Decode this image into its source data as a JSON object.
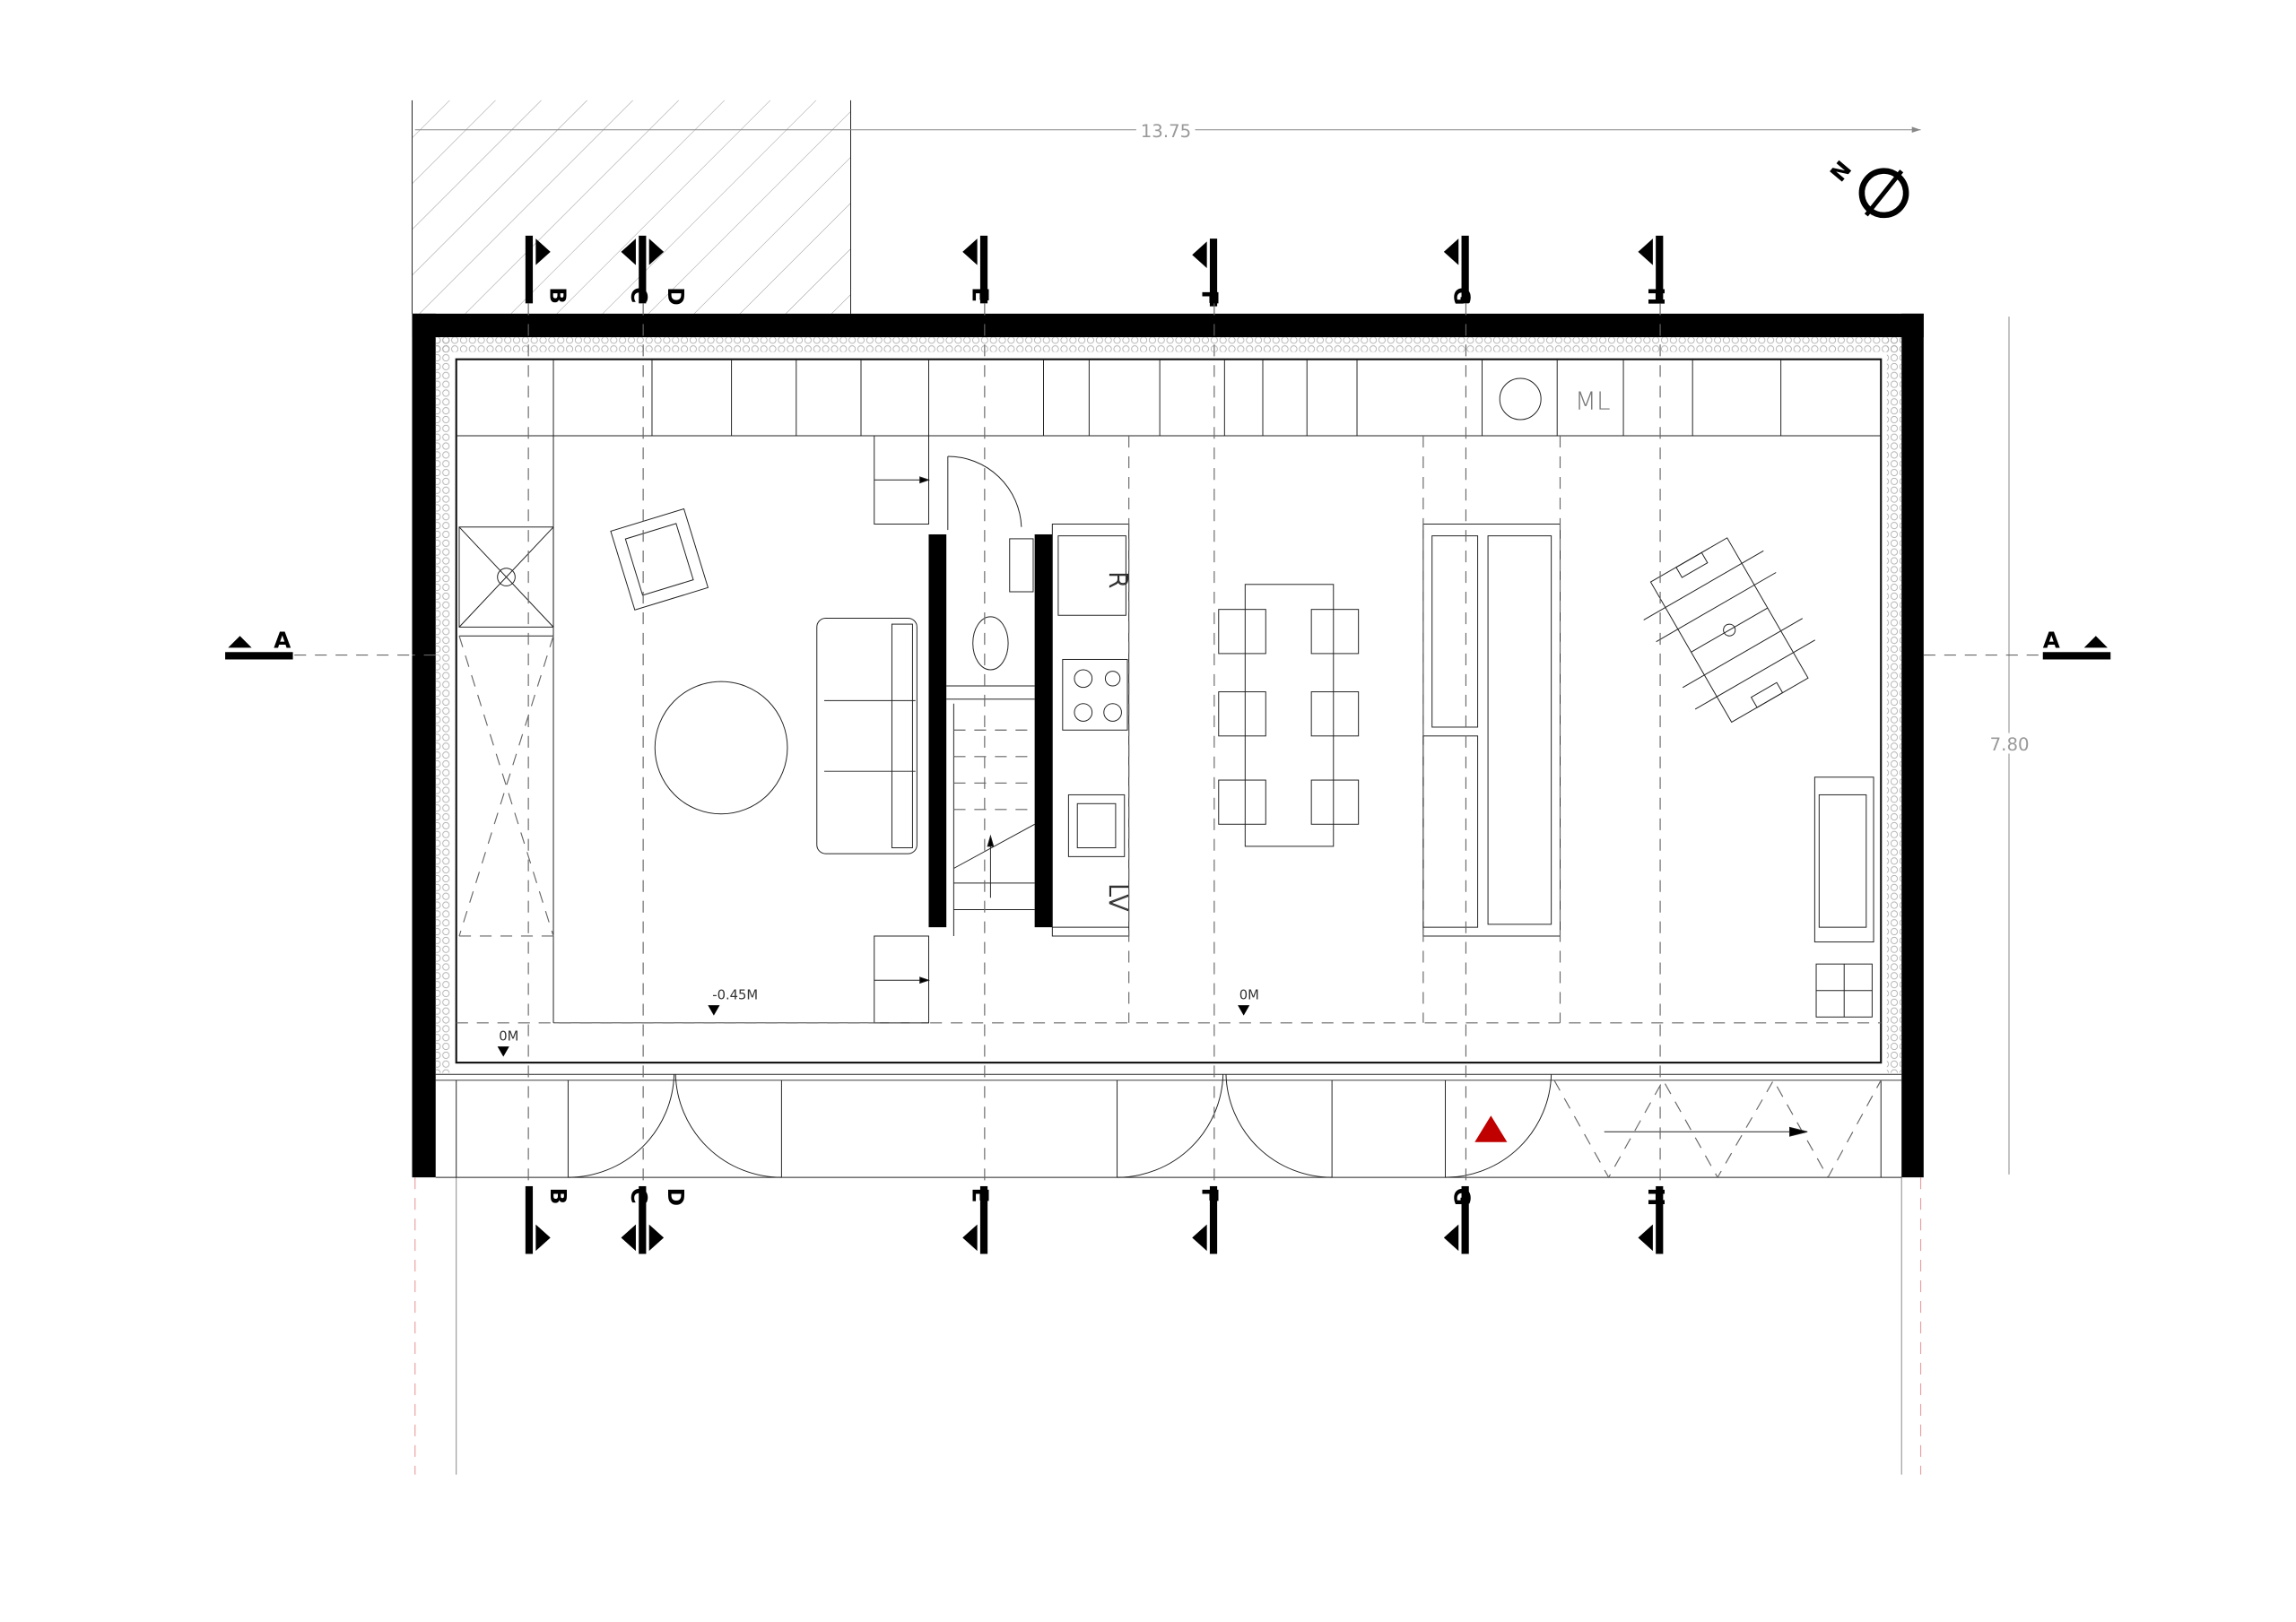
{
  "dimensions": {
    "width": "13.75",
    "depth": "7.80"
  },
  "north_label": "N",
  "sections": {
    "a": "A",
    "b": "B",
    "c": "C",
    "d": "D",
    "e": "E",
    "f": "F",
    "g": "G",
    "h": "H"
  },
  "levels": {
    "living": "-0.45M",
    "entry": "0M",
    "dining": "0M"
  },
  "room_labels": {
    "laundry": "ML",
    "fridge": "R",
    "dishwasher": "LV"
  },
  "colors": {
    "wall": "#000000",
    "entrance_marker": "#c00000"
  }
}
